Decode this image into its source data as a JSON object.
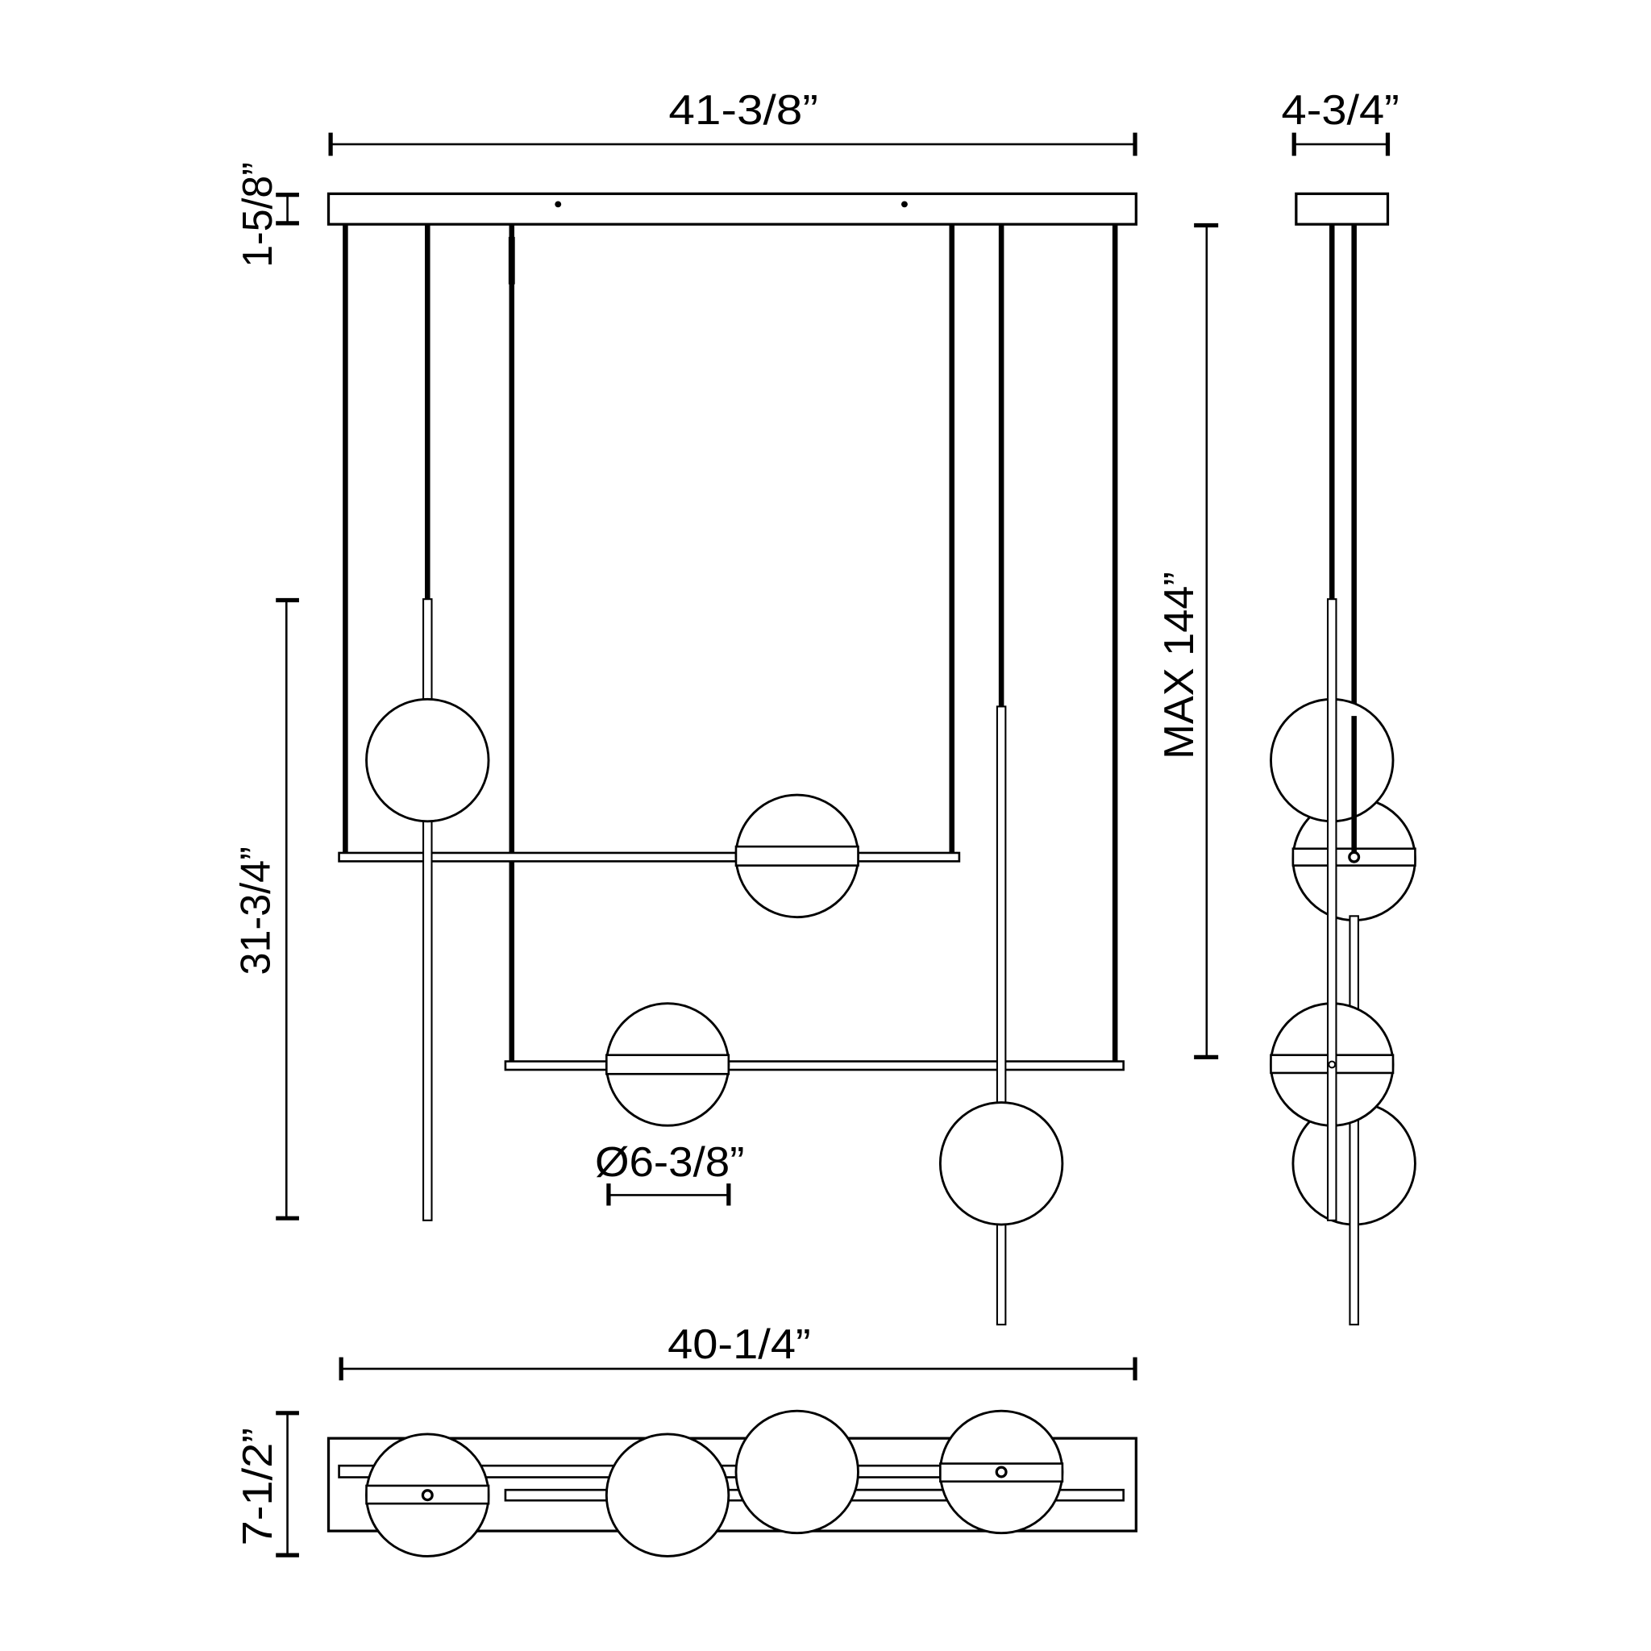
{
  "drawing": {
    "title": "Linear pendant dimension drawing",
    "stroke_color": "#000000",
    "background_color": "#ffffff"
  },
  "dimensions": {
    "overall_width": "41-3/8”",
    "canopy_height": "1-5/8”",
    "side_depth": "4-3/4”",
    "max_height": "MAX 144”",
    "fixture_height": "31-3/4”",
    "globe_diameter": "Ø6-3/8”",
    "bar_length": "40-1/4”",
    "top_depth": "7-1/2”"
  },
  "views": [
    {
      "name": "front-elevation",
      "globes": 4,
      "bars": 2
    },
    {
      "name": "side-elevation",
      "globes": 4
    },
    {
      "name": "top-plan",
      "globes": 4,
      "bars": 2
    }
  ]
}
